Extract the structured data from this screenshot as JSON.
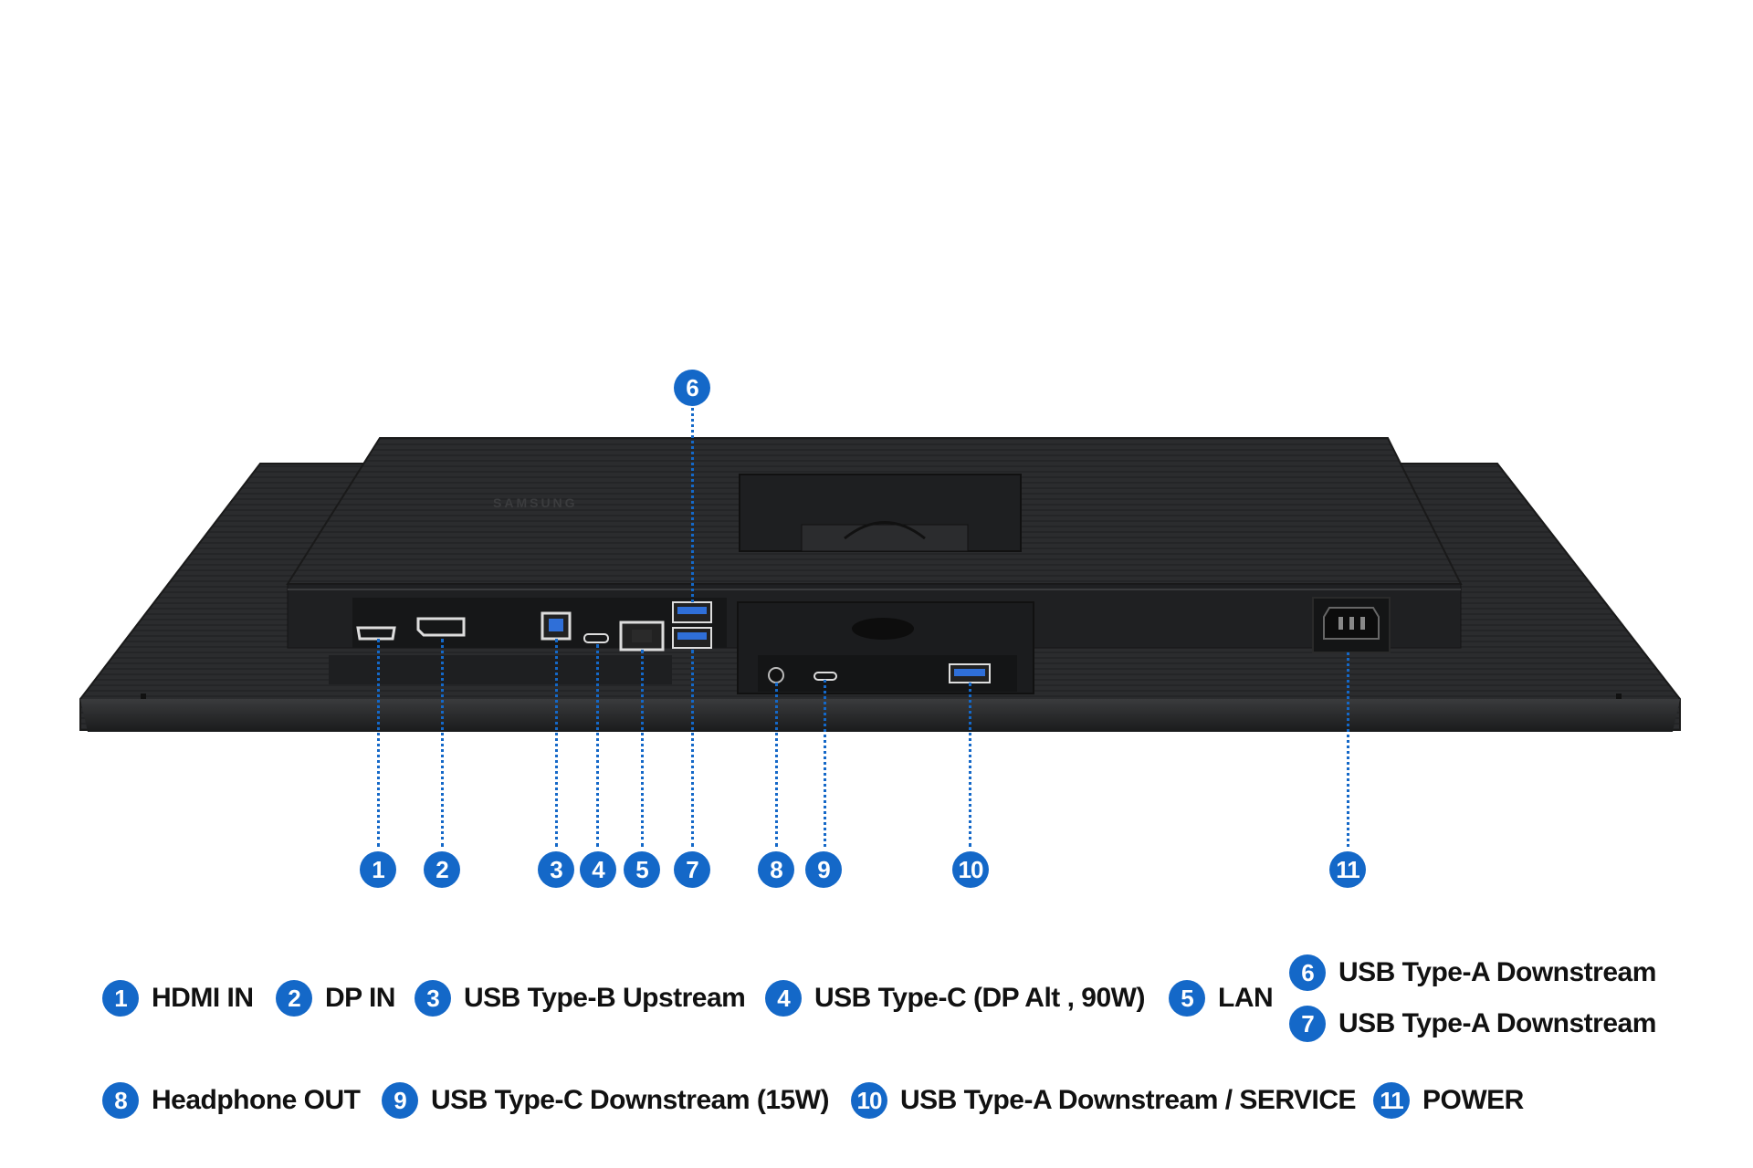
{
  "brand": "SAMSUNG",
  "colors": {
    "accent": "#1468c8",
    "body": "#2a2b2d",
    "panel": "#1c1d1f",
    "background": "#ffffff"
  },
  "callouts": [
    {
      "num": "1"
    },
    {
      "num": "2"
    },
    {
      "num": "3"
    },
    {
      "num": "4"
    },
    {
      "num": "5"
    },
    {
      "num": "6"
    },
    {
      "num": "7"
    },
    {
      "num": "8"
    },
    {
      "num": "9"
    },
    {
      "num": "10"
    },
    {
      "num": "11"
    }
  ],
  "legend": [
    {
      "num": "1",
      "label": "HDMI IN"
    },
    {
      "num": "2",
      "label": "DP IN"
    },
    {
      "num": "3",
      "label": "USB Type-B Upstream"
    },
    {
      "num": "4",
      "label": "USB Type-C (DP Alt , 90W)"
    },
    {
      "num": "5",
      "label": "LAN"
    },
    {
      "num": "6",
      "label": "USB Type-A Downstream"
    },
    {
      "num": "7",
      "label": "USB Type-A Downstream"
    },
    {
      "num": "8",
      "label": "Headphone OUT"
    },
    {
      "num": "9",
      "label": "USB Type-C Downstream (15W)"
    },
    {
      "num": "10",
      "label": "USB Type-A Downstream / SERVICE"
    },
    {
      "num": "11",
      "label": "POWER"
    }
  ]
}
